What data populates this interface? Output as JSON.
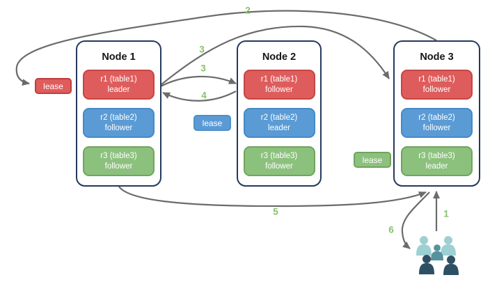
{
  "diagram": {
    "nodes": [
      {
        "title": "Node 1",
        "replicas": [
          {
            "name": "r1 (table1)",
            "role": "leader",
            "color": "#df5c5c"
          },
          {
            "name": "r2 (table2)",
            "role": "follower",
            "color": "#5b9bd5"
          },
          {
            "name": "r3 (table3)",
            "role": "follower",
            "color": "#8cc17d"
          }
        ]
      },
      {
        "title": "Node 2",
        "replicas": [
          {
            "name": "r1 (table1)",
            "role": "follower",
            "color": "#df5c5c"
          },
          {
            "name": "r2 (table2)",
            "role": "leader",
            "color": "#5b9bd5"
          },
          {
            "name": "r3 (table3)",
            "role": "follower",
            "color": "#8cc17d"
          }
        ]
      },
      {
        "title": "Node 3",
        "replicas": [
          {
            "name": "r1 (table1)",
            "role": "follower",
            "color": "#df5c5c"
          },
          {
            "name": "r2 (table2)",
            "role": "follower",
            "color": "#5b9bd5"
          },
          {
            "name": "r3 (table3)",
            "role": "leader",
            "color": "#8cc17d"
          }
        ]
      }
    ],
    "leases": [
      {
        "label": "lease",
        "color": "#df5c5c"
      },
      {
        "label": "lease",
        "color": "#5b9bd5"
      },
      {
        "label": "lease",
        "color": "#8cc17d"
      }
    ],
    "steps": {
      "one": "1",
      "two": "2",
      "three_a": "3",
      "three_b": "3",
      "four": "4",
      "five": "5",
      "six": "6"
    },
    "icons": {
      "users": "users-group-icon"
    },
    "colors": {
      "node_border": "#24395e",
      "arrow": "#6b6b6b",
      "step_number": "#85c26c",
      "replica_red": "#df5c5c",
      "replica_blue": "#5b9bd5",
      "replica_green": "#8cc17d",
      "users_light_teal": "#9ed0d3",
      "users_medium_teal": "#55929e",
      "users_dark_slate": "#2e5063"
    }
  }
}
